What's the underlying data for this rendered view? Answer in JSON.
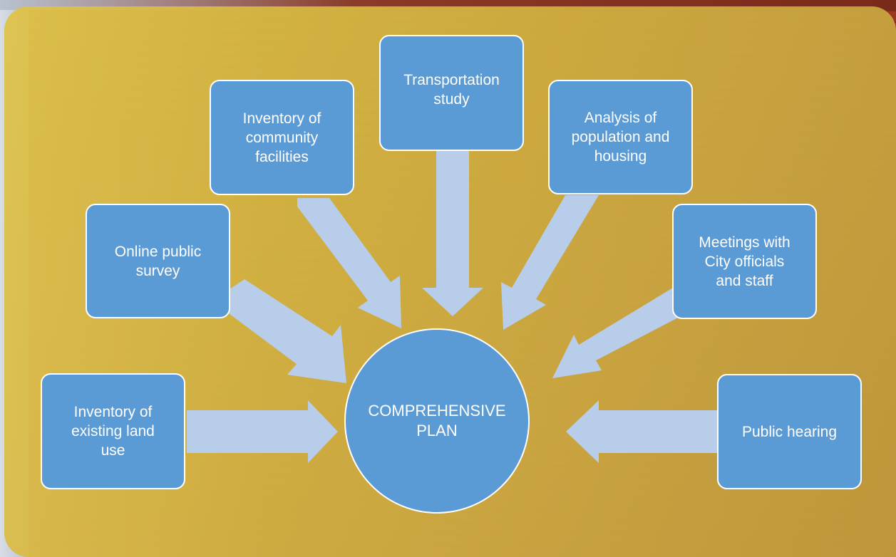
{
  "diagram": {
    "center": {
      "label": "COMPREHENSIVE\nPLAN"
    },
    "nodes": [
      {
        "id": "land-use",
        "label": "Inventory of\nexisting land\nuse"
      },
      {
        "id": "survey",
        "label": "Online public\nsurvey"
      },
      {
        "id": "facilities",
        "label": "Inventory of\ncommunity\nfacilities"
      },
      {
        "id": "transportation",
        "label": "Transportation\nstudy"
      },
      {
        "id": "population",
        "label": "Analysis of\npopulation and\nhousing"
      },
      {
        "id": "meetings",
        "label": "Meetings with\nCity officials\nand staff"
      },
      {
        "id": "hearing",
        "label": "Public hearing"
      }
    ]
  },
  "colors": {
    "panel": "#d3b442",
    "node_fill": "#5b9bd5",
    "node_border": "#ffffff",
    "arrow": "#b8cde9"
  }
}
